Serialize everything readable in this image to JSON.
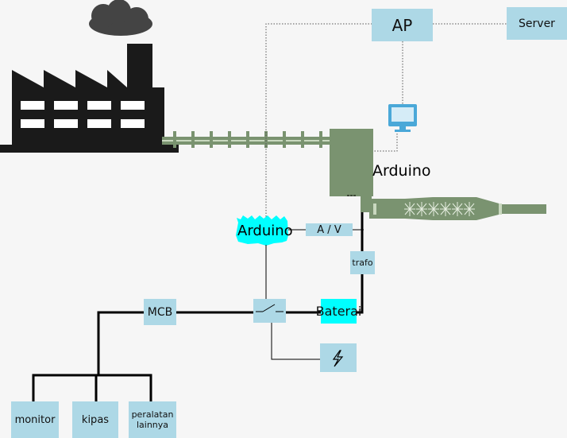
{
  "nodes": {
    "ap": "AP",
    "server": "Server",
    "arduino_main": "Arduino",
    "arduino_sensor": "Arduino",
    "av_meter": "A / V",
    "trafo": "trafo",
    "baterai": "Baterai",
    "mcb": "MCB",
    "monitor": "monitor",
    "kipas": "kipas",
    "peralatan": "peralatan lainnya"
  },
  "icons": {
    "factory": "factory-icon",
    "smoke": "smoke-cloud-icon",
    "computer": "computer-monitor-icon",
    "pipe": "exhaust-pipe-icon",
    "turbine": "thermoelectric-generator-icon",
    "switch": "switch-icon",
    "power": "lightning-icon"
  },
  "colors": {
    "box": "#add8e6",
    "highlight": "#00ffff",
    "device": "#7a9370",
    "factory": "#1a1a1a",
    "wire": "#000000",
    "network": "#555555",
    "computer": "#4aa8d8"
  }
}
